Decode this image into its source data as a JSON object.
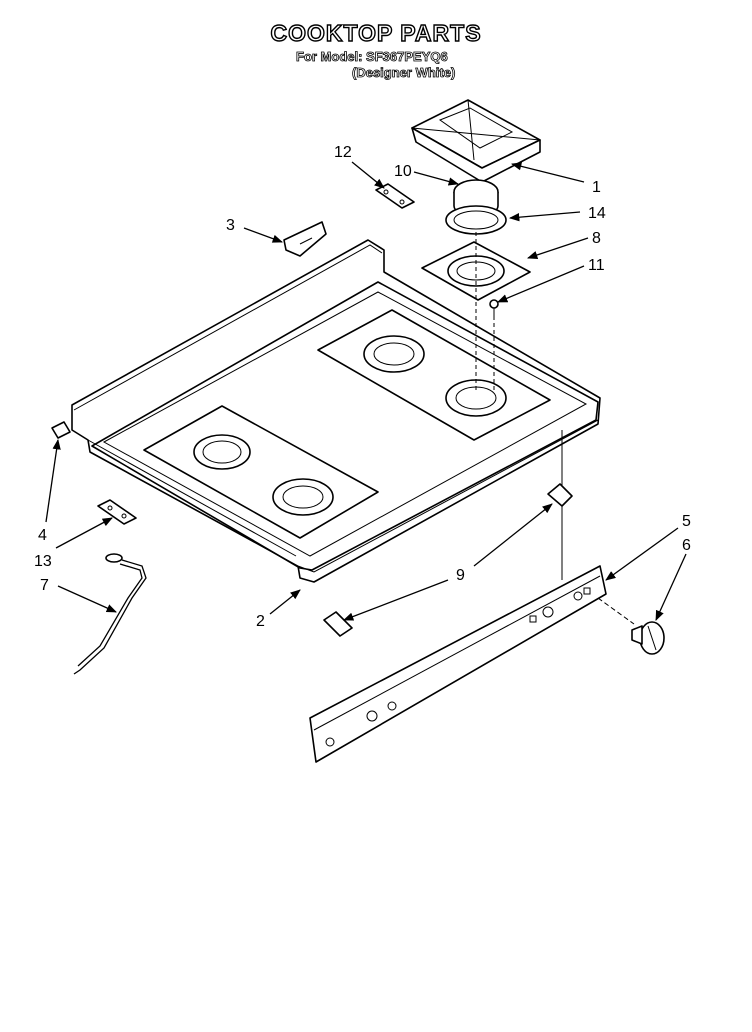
{
  "header": {
    "title": "COOKTOP PARTS",
    "model_line": "For Model: SF367PEYQ6",
    "color_line": "(Designer White)"
  },
  "callouts": {
    "c1": "1",
    "c2": "2",
    "c3": "3",
    "c4": "4",
    "c5": "5",
    "c6": "6",
    "c7": "7",
    "c8": "8",
    "c9": "9",
    "c10": "10",
    "c11": "11",
    "c12": "12",
    "c13": "13",
    "c14": "14"
  }
}
